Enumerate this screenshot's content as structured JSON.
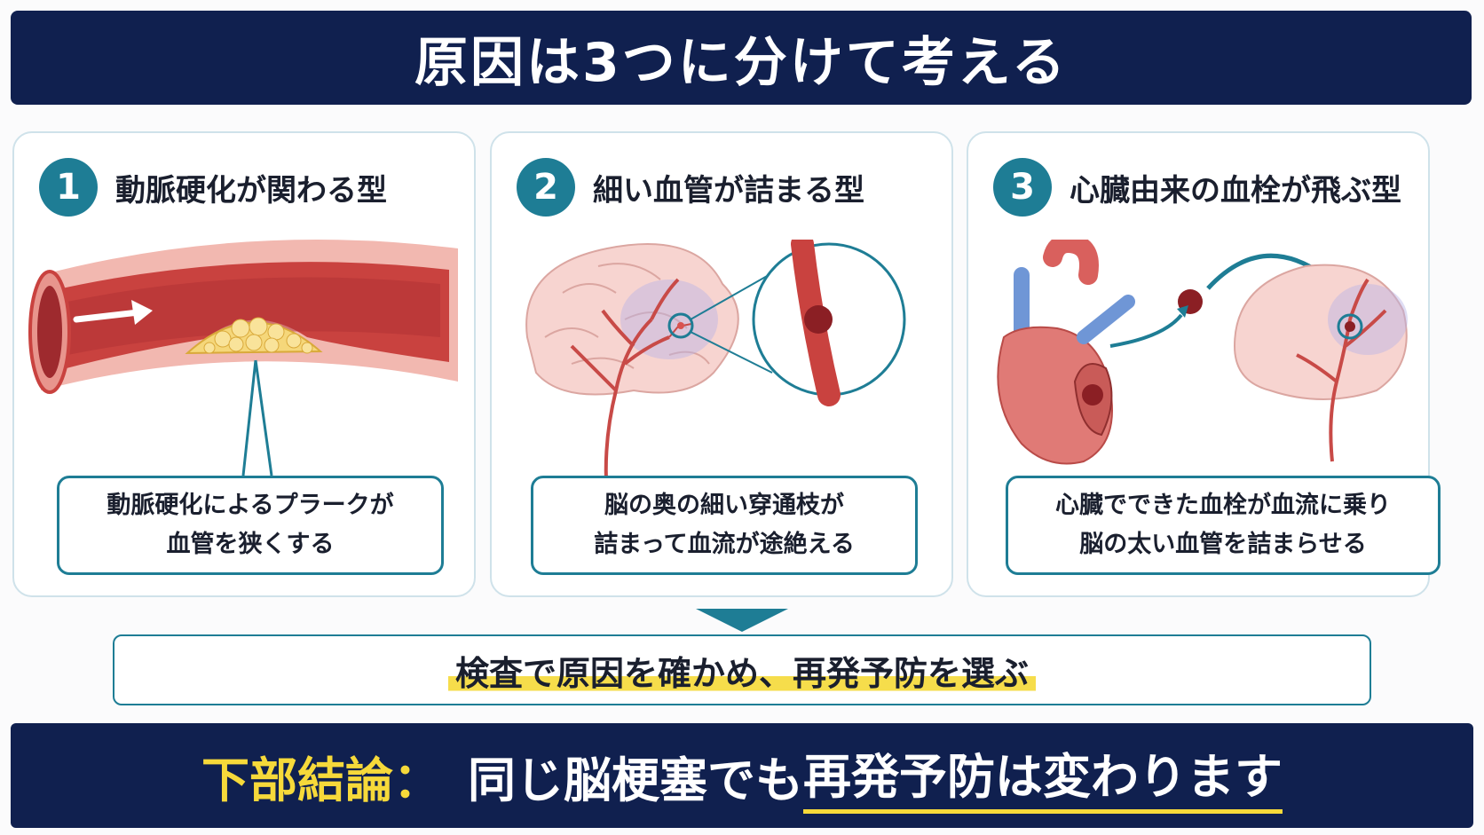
{
  "header": {
    "title": "原因は3つに分けて考える"
  },
  "panels": [
    {
      "number": "1",
      "heading": "動脈硬化が関わる型",
      "caption_lines": [
        "動脈硬化によるプラークが",
        "血管を狭くする"
      ]
    },
    {
      "number": "2",
      "heading": "細い血管が詰まる型",
      "caption_lines": [
        "脳の奥の細い穿通枝が",
        "詰まって血流が途絶える"
      ]
    },
    {
      "number": "3",
      "heading": "心臓由来の血栓が飛ぶ型",
      "caption_lines": [
        "心臓でできた血栓が血流に乗り",
        "脳の太い血管を詰まらせる"
      ]
    }
  ],
  "middle": {
    "text": "検査で原因を確かめ、再発予防を選ぶ"
  },
  "footer": {
    "label": "下部結論：",
    "text_plain": "同じ脳梗塞でも",
    "text_emphasis": "再発予防は変わります"
  },
  "colors": {
    "navy": "#10204f",
    "teal": "#1e7d95",
    "highlight": "#f6d93a"
  }
}
